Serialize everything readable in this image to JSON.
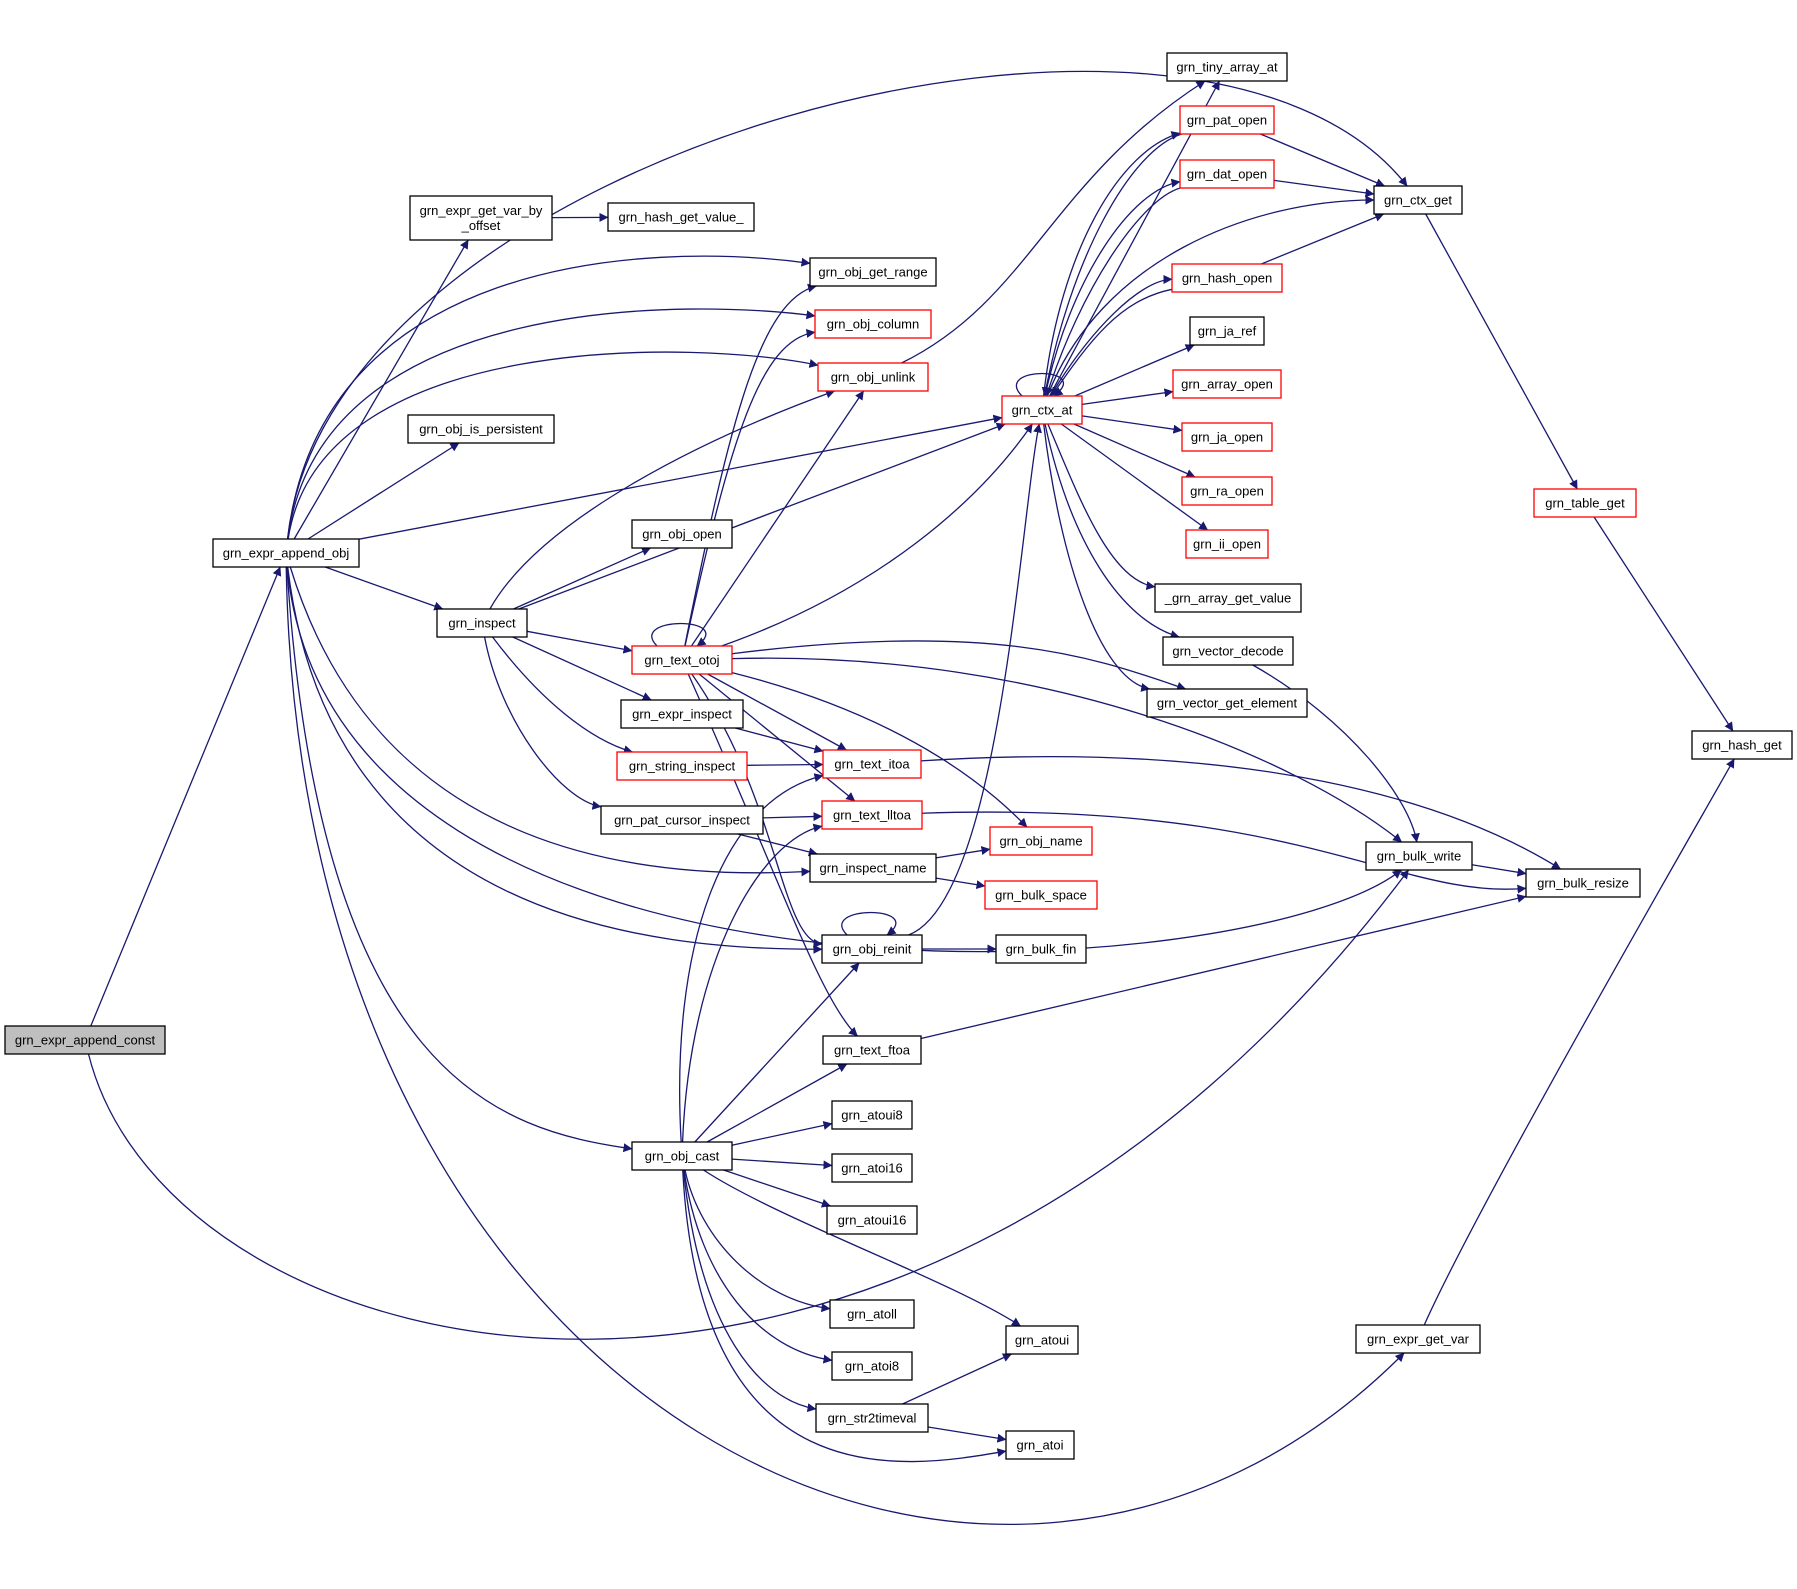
{
  "title": "Call graph of grn_expr_append_const",
  "colors": {
    "edge": "#191970",
    "box_default": "#000000",
    "box_truncated": "#ff0000",
    "root_fill": "#bfbfbf",
    "node_fill": "#ffffff",
    "text": "#000000"
  },
  "nodes": [
    {
      "id": "append_const",
      "label": "grn_expr_append_const",
      "style": "root"
    },
    {
      "id": "append_obj",
      "label": "grn_expr_append_obj",
      "style": "normal"
    },
    {
      "id": "get_var_by_offset",
      "label": "grn_expr_get_var_by\n_offset",
      "style": "normal"
    },
    {
      "id": "hash_get_value_",
      "label": "grn_hash_get_value_",
      "style": "normal"
    },
    {
      "id": "obj_get_range",
      "label": "grn_obj_get_range",
      "style": "normal"
    },
    {
      "id": "obj_column",
      "label": "grn_obj_column",
      "style": "truncated"
    },
    {
      "id": "obj_unlink",
      "label": "grn_obj_unlink",
      "style": "truncated"
    },
    {
      "id": "obj_is_persistent",
      "label": "grn_obj_is_persistent",
      "style": "normal"
    },
    {
      "id": "obj_open",
      "label": "grn_obj_open",
      "style": "normal"
    },
    {
      "id": "inspect",
      "label": "grn_inspect",
      "style": "normal"
    },
    {
      "id": "text_otoj",
      "label": "grn_text_otoj",
      "style": "truncated"
    },
    {
      "id": "expr_inspect",
      "label": "grn_expr_inspect",
      "style": "normal"
    },
    {
      "id": "string_inspect",
      "label": "grn_string_inspect",
      "style": "truncated"
    },
    {
      "id": "pat_cursor_inspect",
      "label": "grn_pat_cursor_inspect",
      "style": "normal"
    },
    {
      "id": "text_itoa",
      "label": "grn_text_itoa",
      "style": "truncated"
    },
    {
      "id": "text_lltoa",
      "label": "grn_text_lltoa",
      "style": "truncated"
    },
    {
      "id": "inspect_name",
      "label": "grn_inspect_name",
      "style": "normal"
    },
    {
      "id": "obj_reinit",
      "label": "grn_obj_reinit",
      "style": "normal"
    },
    {
      "id": "text_ftoa",
      "label": "grn_text_ftoa",
      "style": "normal"
    },
    {
      "id": "obj_cast",
      "label": "grn_obj_cast",
      "style": "normal"
    },
    {
      "id": "atoui8",
      "label": "grn_atoui8",
      "style": "normal"
    },
    {
      "id": "atoi16",
      "label": "grn_atoi16",
      "style": "normal"
    },
    {
      "id": "atoui16",
      "label": "grn_atoui16",
      "style": "normal"
    },
    {
      "id": "atoll",
      "label": "grn_atoll",
      "style": "normal"
    },
    {
      "id": "atoi8",
      "label": "grn_atoi8",
      "style": "normal"
    },
    {
      "id": "str2timeval",
      "label": "grn_str2timeval",
      "style": "normal"
    },
    {
      "id": "atoui",
      "label": "grn_atoui",
      "style": "normal"
    },
    {
      "id": "atoi",
      "label": "grn_atoi",
      "style": "normal"
    },
    {
      "id": "obj_name",
      "label": "grn_obj_name",
      "style": "truncated"
    },
    {
      "id": "bulk_space",
      "label": "grn_bulk_space",
      "style": "truncated"
    },
    {
      "id": "bulk_fin",
      "label": "grn_bulk_fin",
      "style": "normal"
    },
    {
      "id": "ctx_at",
      "label": "grn_ctx_at",
      "style": "truncated"
    },
    {
      "id": "tiny_array_at",
      "label": "grn_tiny_array_at",
      "style": "normal"
    },
    {
      "id": "pat_open",
      "label": "grn_pat_open",
      "style": "truncated"
    },
    {
      "id": "dat_open",
      "label": "grn_dat_open",
      "style": "truncated"
    },
    {
      "id": "hash_open",
      "label": "grn_hash_open",
      "style": "truncated"
    },
    {
      "id": "ja_ref",
      "label": "grn_ja_ref",
      "style": "normal"
    },
    {
      "id": "array_open",
      "label": "grn_array_open",
      "style": "truncated"
    },
    {
      "id": "ja_open",
      "label": "grn_ja_open",
      "style": "truncated"
    },
    {
      "id": "ra_open",
      "label": "grn_ra_open",
      "style": "truncated"
    },
    {
      "id": "ii_open",
      "label": "grn_ii_open",
      "style": "truncated"
    },
    {
      "id": "array_get_value",
      "label": "_grn_array_get_value",
      "style": "normal"
    },
    {
      "id": "vector_decode",
      "label": "grn_vector_decode",
      "style": "normal"
    },
    {
      "id": "vector_get_element",
      "label": "grn_vector_get_element",
      "style": "normal"
    },
    {
      "id": "ctx_get",
      "label": "grn_ctx_get",
      "style": "normal"
    },
    {
      "id": "table_get",
      "label": "grn_table_get",
      "style": "truncated"
    },
    {
      "id": "hash_get",
      "label": "grn_hash_get",
      "style": "normal"
    },
    {
      "id": "bulk_write",
      "label": "grn_bulk_write",
      "style": "normal"
    },
    {
      "id": "bulk_resize",
      "label": "grn_bulk_resize",
      "style": "normal"
    },
    {
      "id": "expr_get_var",
      "label": "grn_expr_get_var",
      "style": "normal"
    }
  ],
  "edges": [
    {
      "from": "append_const",
      "to": "append_obj"
    },
    {
      "from": "append_const",
      "to": "bulk_write"
    },
    {
      "from": "append_obj",
      "to": "get_var_by_offset"
    },
    {
      "from": "get_var_by_offset",
      "to": "hash_get_value_"
    },
    {
      "from": "append_obj",
      "to": "ctx_get"
    },
    {
      "from": "append_obj",
      "to": "obj_get_range"
    },
    {
      "from": "append_obj",
      "to": "obj_column"
    },
    {
      "from": "append_obj",
      "to": "obj_unlink"
    },
    {
      "from": "append_obj",
      "to": "obj_is_persistent"
    },
    {
      "from": "append_obj",
      "to": "ctx_at"
    },
    {
      "from": "append_obj",
      "to": "inspect"
    },
    {
      "from": "append_obj",
      "to": "inspect_name"
    },
    {
      "from": "append_obj",
      "to": "obj_reinit"
    },
    {
      "from": "append_obj",
      "to": "bulk_write"
    },
    {
      "from": "append_obj",
      "to": "obj_cast"
    },
    {
      "from": "append_obj",
      "to": "expr_get_var"
    },
    {
      "from": "inspect",
      "to": "obj_unlink"
    },
    {
      "from": "inspect",
      "to": "obj_open"
    },
    {
      "from": "inspect",
      "to": "ctx_at"
    },
    {
      "from": "inspect",
      "to": "text_otoj"
    },
    {
      "from": "inspect",
      "to": "expr_inspect"
    },
    {
      "from": "inspect",
      "to": "string_inspect"
    },
    {
      "from": "inspect",
      "to": "pat_cursor_inspect"
    },
    {
      "from": "text_otoj",
      "to": "text_otoj"
    },
    {
      "from": "text_otoj",
      "to": "obj_get_range"
    },
    {
      "from": "text_otoj",
      "to": "obj_column"
    },
    {
      "from": "text_otoj",
      "to": "obj_unlink"
    },
    {
      "from": "text_otoj",
      "to": "ctx_at"
    },
    {
      "from": "text_otoj",
      "to": "vector_get_element"
    },
    {
      "from": "text_otoj",
      "to": "text_itoa"
    },
    {
      "from": "text_otoj",
      "to": "text_lltoa"
    },
    {
      "from": "text_otoj",
      "to": "obj_name"
    },
    {
      "from": "text_otoj",
      "to": "bulk_write"
    },
    {
      "from": "text_otoj",
      "to": "obj_reinit"
    },
    {
      "from": "text_otoj",
      "to": "text_ftoa"
    },
    {
      "from": "expr_inspect",
      "to": "text_itoa"
    },
    {
      "from": "string_inspect",
      "to": "text_itoa"
    },
    {
      "from": "pat_cursor_inspect",
      "to": "text_lltoa"
    },
    {
      "from": "pat_cursor_inspect",
      "to": "inspect_name"
    },
    {
      "from": "inspect_name",
      "to": "obj_name"
    },
    {
      "from": "inspect_name",
      "to": "bulk_space"
    },
    {
      "from": "text_itoa",
      "to": "bulk_resize"
    },
    {
      "from": "text_lltoa",
      "to": "bulk_resize"
    },
    {
      "from": "obj_reinit",
      "to": "obj_reinit"
    },
    {
      "from": "obj_reinit",
      "to": "bulk_fin"
    },
    {
      "from": "obj_reinit",
      "to": "ctx_at"
    },
    {
      "from": "obj_unlink",
      "to": "tiny_array_at"
    },
    {
      "from": "text_ftoa",
      "to": "bulk_resize"
    },
    {
      "from": "obj_cast",
      "to": "text_itoa"
    },
    {
      "from": "obj_cast",
      "to": "text_lltoa"
    },
    {
      "from": "obj_cast",
      "to": "obj_reinit"
    },
    {
      "from": "obj_cast",
      "to": "text_ftoa"
    },
    {
      "from": "obj_cast",
      "to": "atoui8"
    },
    {
      "from": "obj_cast",
      "to": "atoi16"
    },
    {
      "from": "obj_cast",
      "to": "atoui16"
    },
    {
      "from": "obj_cast",
      "to": "atoll"
    },
    {
      "from": "obj_cast",
      "to": "atoi8"
    },
    {
      "from": "obj_cast",
      "to": "str2timeval"
    },
    {
      "from": "obj_cast",
      "to": "atoui"
    },
    {
      "from": "obj_cast",
      "to": "atoi"
    },
    {
      "from": "str2timeval",
      "to": "atoui"
    },
    {
      "from": "str2timeval",
      "to": "atoi"
    },
    {
      "from": "ctx_at",
      "to": "ctx_at"
    },
    {
      "from": "ctx_at",
      "to": "tiny_array_at"
    },
    {
      "from": "ctx_at",
      "to": "pat_open"
    },
    {
      "from": "ctx_at",
      "to": "dat_open"
    },
    {
      "from": "ctx_at",
      "to": "ctx_get"
    },
    {
      "from": "ctx_at",
      "to": "hash_open"
    },
    {
      "from": "ctx_at",
      "to": "ja_ref"
    },
    {
      "from": "ctx_at",
      "to": "array_open"
    },
    {
      "from": "ctx_at",
      "to": "ja_open"
    },
    {
      "from": "ctx_at",
      "to": "ra_open"
    },
    {
      "from": "ctx_at",
      "to": "ii_open"
    },
    {
      "from": "ctx_at",
      "to": "array_get_value"
    },
    {
      "from": "ctx_at",
      "to": "vector_decode"
    },
    {
      "from": "ctx_at",
      "to": "vector_get_element"
    },
    {
      "from": "pat_open",
      "to": "ctx_get"
    },
    {
      "from": "dat_open",
      "to": "ctx_get"
    },
    {
      "from": "hash_open",
      "to": "ctx_get"
    },
    {
      "from": "pat_open",
      "to": "ctx_at"
    },
    {
      "from": "dat_open",
      "to": "ctx_at"
    },
    {
      "from": "hash_open",
      "to": "ctx_at"
    },
    {
      "from": "vector_decode",
      "to": "bulk_write"
    },
    {
      "from": "ctx_get",
      "to": "table_get"
    },
    {
      "from": "table_get",
      "to": "hash_get"
    },
    {
      "from": "bulk_write",
      "to": "bulk_resize"
    },
    {
      "from": "expr_get_var",
      "to": "hash_get"
    }
  ]
}
